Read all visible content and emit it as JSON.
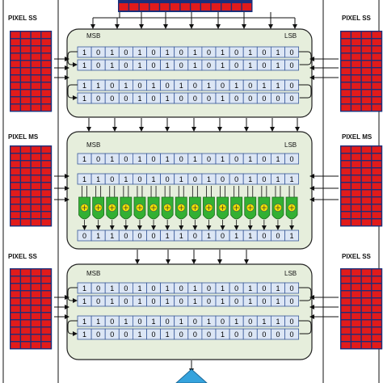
{
  "colors": {
    "panel_fill": "#e6eedc",
    "panel_stroke": "#222222",
    "cell_fill": "#dce6f5",
    "cell_stroke": "#3a5a9a",
    "pixel_fill": "#e11b1b",
    "pixel_stroke": "#1a2f7a",
    "comparator_green": "#33b033",
    "comparator_yellow": "#f2e400",
    "output_blue": "#35a3dd",
    "arrow": "#111111"
  },
  "pixel_groups": [
    {
      "label": "PIXEL SS"
    },
    {
      "label": "PIXEL MS"
    },
    {
      "label": "PIXEL SS"
    }
  ],
  "panels": [
    {
      "msb_label": "MSB",
      "lsb_label": "LSB",
      "registers": [
        {
          "bits": [
            "1",
            "0",
            "1",
            "0",
            "1",
            "0",
            "1",
            "0",
            "1",
            "0",
            "1",
            "0",
            "1",
            "0",
            "1",
            "0"
          ]
        },
        {
          "bits": [
            "1",
            "0",
            "1",
            "0",
            "1",
            "0",
            "1",
            "0",
            "1",
            "0",
            "1",
            "0",
            "1",
            "0",
            "1",
            "0"
          ]
        },
        {
          "bits": [
            "1",
            "1",
            "0",
            "1",
            "0",
            "1",
            "0",
            "1",
            "0",
            "1",
            "0",
            "1",
            "0",
            "1",
            "1",
            "0"
          ]
        },
        {
          "bits": [
            "1",
            "0",
            "0",
            "0",
            "1",
            "0",
            "1",
            "0",
            "0",
            "0",
            "1",
            "0",
            "0",
            "0",
            "0",
            "0"
          ]
        }
      ]
    },
    {
      "msb_label": "MSB",
      "lsb_label": "LSB",
      "registers": [
        {
          "bits": [
            "1",
            "0",
            "1",
            "0",
            "1",
            "0",
            "1",
            "0",
            "1",
            "0",
            "1",
            "0",
            "1",
            "0",
            "1",
            "0"
          ]
        },
        {
          "bits": [
            "1",
            "1",
            "0",
            "1",
            "0",
            "1",
            "0",
            "1",
            "0",
            "1",
            "0",
            "0",
            "1",
            "0",
            "1",
            "1"
          ]
        }
      ],
      "comparator_count": 16,
      "result_bits": [
        "0",
        "1",
        "1",
        "0",
        "0",
        "0",
        "1",
        "1",
        "0",
        "1",
        "0",
        "1",
        "1",
        "0",
        "0",
        "1"
      ]
    },
    {
      "msb_label": "MSB",
      "lsb_label": "LSB",
      "registers": [
        {
          "bits": [
            "1",
            "0",
            "1",
            "0",
            "1",
            "0",
            "1",
            "0",
            "1",
            "0",
            "1",
            "0",
            "1",
            "0",
            "1",
            "0"
          ]
        },
        {
          "bits": [
            "1",
            "0",
            "1",
            "0",
            "1",
            "0",
            "1",
            "0",
            "1",
            "0",
            "1",
            "0",
            "1",
            "0",
            "1",
            "0"
          ]
        },
        {
          "bits": [
            "1",
            "1",
            "0",
            "1",
            "0",
            "1",
            "0",
            "1",
            "0",
            "1",
            "0",
            "1",
            "0",
            "1",
            "1",
            "0"
          ]
        },
        {
          "bits": [
            "1",
            "0",
            "0",
            "0",
            "1",
            "0",
            "1",
            "0",
            "0",
            "0",
            "1",
            "0",
            "0",
            "0",
            "0",
            "0"
          ]
        }
      ]
    }
  ]
}
